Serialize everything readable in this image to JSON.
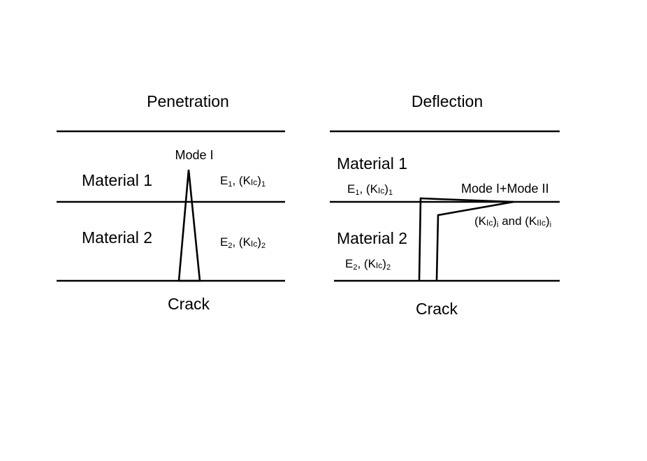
{
  "penetration": {
    "title": "Penetration",
    "material_1": "Material 1",
    "material_2": "Material 2",
    "mode_label": "Mode I",
    "props_1": {
      "symbol": "E",
      "index": "1",
      "sep": ", (K",
      "sub": "Ic",
      "close": ")",
      "close_index": "1"
    },
    "props_2": {
      "symbol": "E",
      "index": "2",
      "sep": ", (K",
      "sub": "Ic",
      "close": ")",
      "close_index": "2"
    },
    "crack_label": "Crack"
  },
  "deflection": {
    "title": "Deflection",
    "material_1": "Material 1",
    "material_2": "Material 2",
    "mode_label": "Mode I+Mode II",
    "props_1": {
      "symbol": "E",
      "index": "1",
      "sep": ", (K",
      "sub": "Ic",
      "close": ")",
      "close_index": "1"
    },
    "props_2": {
      "symbol": "E",
      "index": "2",
      "sep": ", (K",
      "sub": "Ic",
      "close": ")",
      "close_index": "2"
    },
    "interface": {
      "open1": "(K",
      "sub1": "Ic",
      "close1": ")",
      "idx1": "i",
      "and": " and ",
      "open2": "(K",
      "sub2": "IIc",
      "close2": ")",
      "idx2": "i"
    },
    "crack_label": "Crack"
  }
}
